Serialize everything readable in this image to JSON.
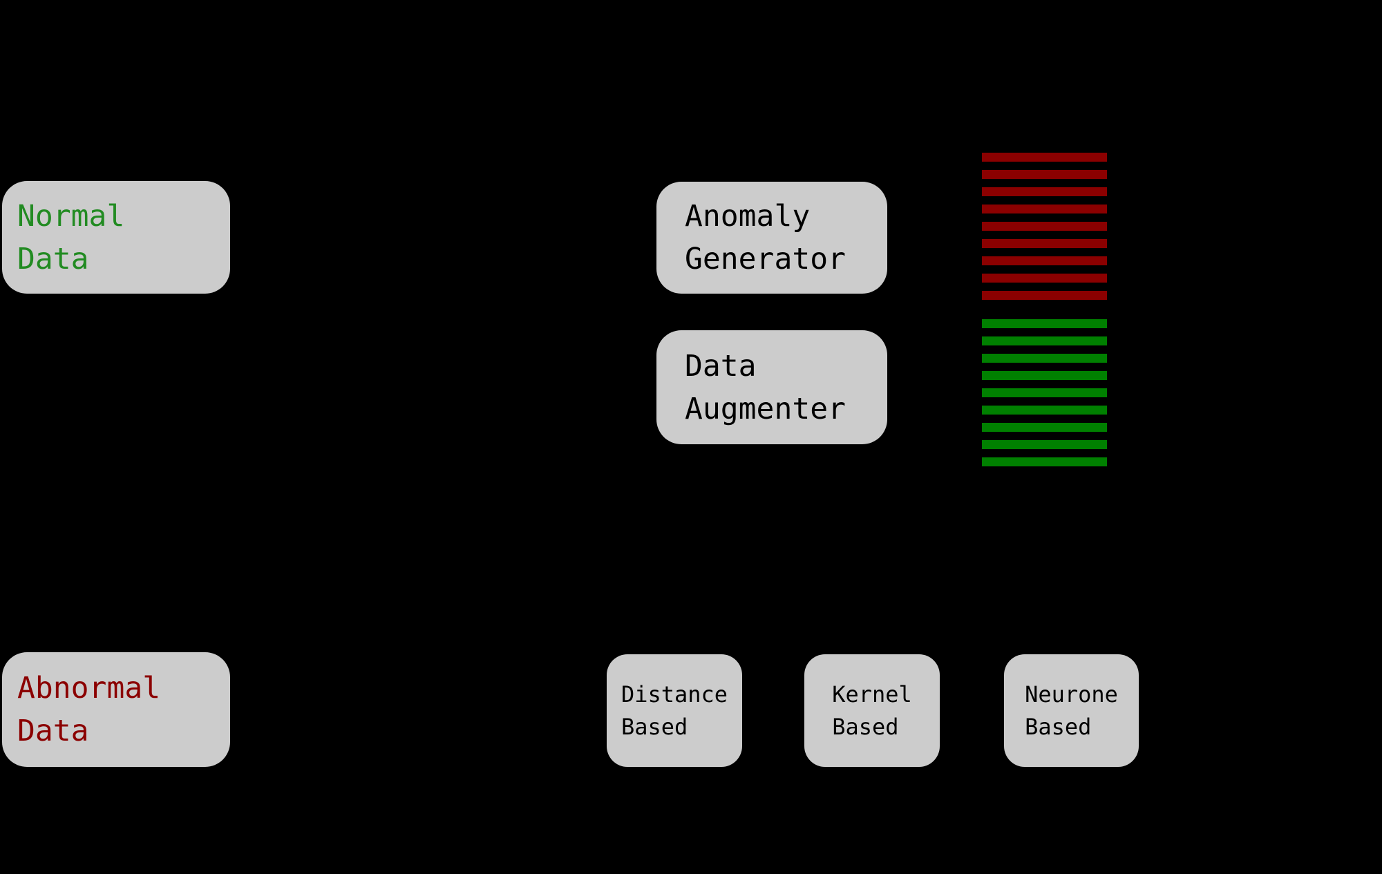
{
  "canvas": {
    "background": "#000000",
    "box_background": "#cccccc"
  },
  "boxes": {
    "normal_data": {
      "lines": {
        "0": "Normal",
        "1": "Data"
      },
      "text_color": "#228b22"
    },
    "abnormal_data": {
      "lines": {
        "0": "Abnormal",
        "1": "Data"
      },
      "text_color": "#8b0000"
    },
    "anomaly_generator": {
      "lines": {
        "0": "Anomaly",
        "1": "Generator"
      },
      "text_color": "#000000"
    },
    "data_augmenter": {
      "lines": {
        "0": "Data",
        "1": "Augmenter"
      },
      "text_color": "#000000"
    },
    "distance_based": {
      "lines": {
        "0": "Distance",
        "1": "Based"
      },
      "text_color": "#000000"
    },
    "kernel_based": {
      "lines": {
        "0": "Kernel",
        "1": "Based"
      },
      "text_color": "#000000"
    },
    "neurone_based": {
      "lines": {
        "0": "Neurone",
        "1": "Based"
      },
      "text_color": "#000000"
    }
  },
  "bar_stacks": {
    "abnormal": {
      "semantic": "abnormal-data-samples",
      "color": "#8b0000",
      "count": 9
    },
    "normal": {
      "semantic": "normal-data-samples",
      "color": "#008000",
      "count": 9
    }
  }
}
